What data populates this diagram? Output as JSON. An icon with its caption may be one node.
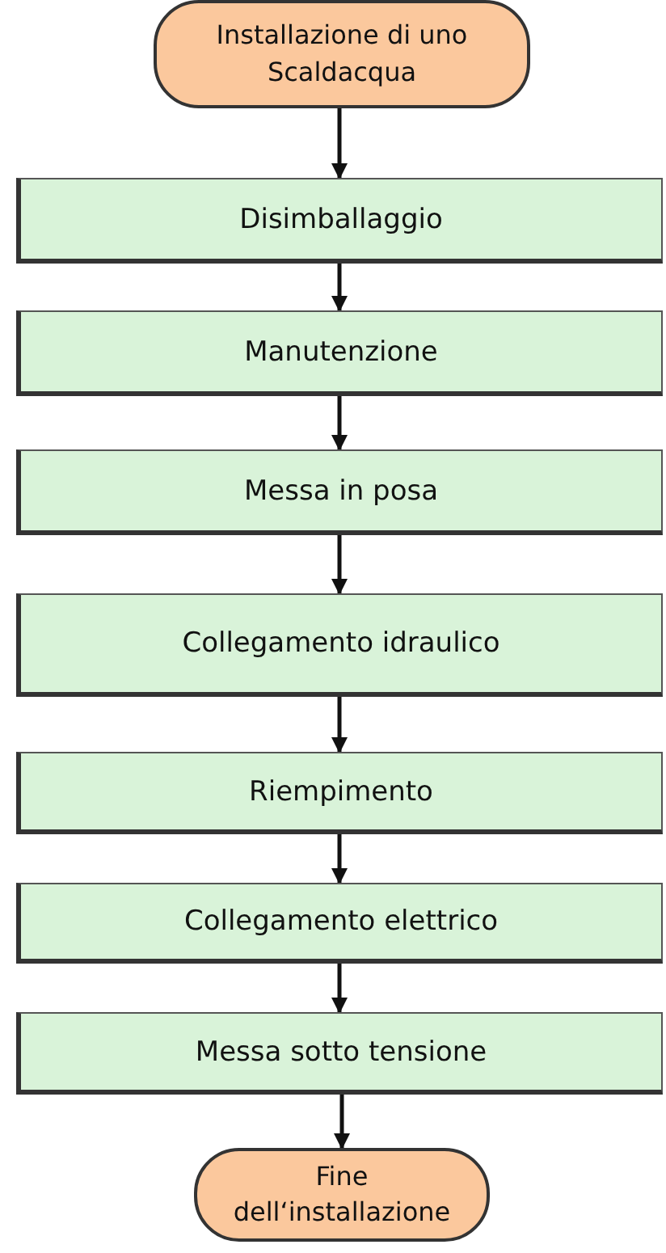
{
  "diagram": {
    "nodes": [
      {
        "text": [
          "Installazione di uno Scaldacqua"
        ]
      },
      {
        "text": [
          "Disimballaggio"
        ]
      },
      {
        "text": [
          "Manutenzione"
        ]
      },
      {
        "text": [
          "Messa in posa"
        ]
      },
      {
        "text": [
          "Collegamento idraulico"
        ]
      },
      {
        "text": [
          "Riempimento"
        ]
      },
      {
        "text": [
          "Collegamento elettrico"
        ]
      },
      {
        "text": [
          "Messa sotto tensione"
        ]
      },
      {
        "text": [
          "Fine dell‘installazione"
        ]
      }
    ],
    "edges": [
      {
        "from": 0,
        "to": 1,
        "arrow": "to"
      },
      {
        "from": 1,
        "to": 2,
        "arrow": "to"
      },
      {
        "from": 2,
        "to": 3,
        "arrow": "to"
      },
      {
        "from": 3,
        "to": 4,
        "arrow": "to"
      },
      {
        "from": 4,
        "to": 5,
        "arrow": "to"
      },
      {
        "from": 5,
        "to": 6,
        "arrow": "to"
      },
      {
        "from": 6,
        "to": 7,
        "arrow": "to"
      },
      {
        "from": 7,
        "to": 8,
        "arrow": "to"
      }
    ]
  }
}
